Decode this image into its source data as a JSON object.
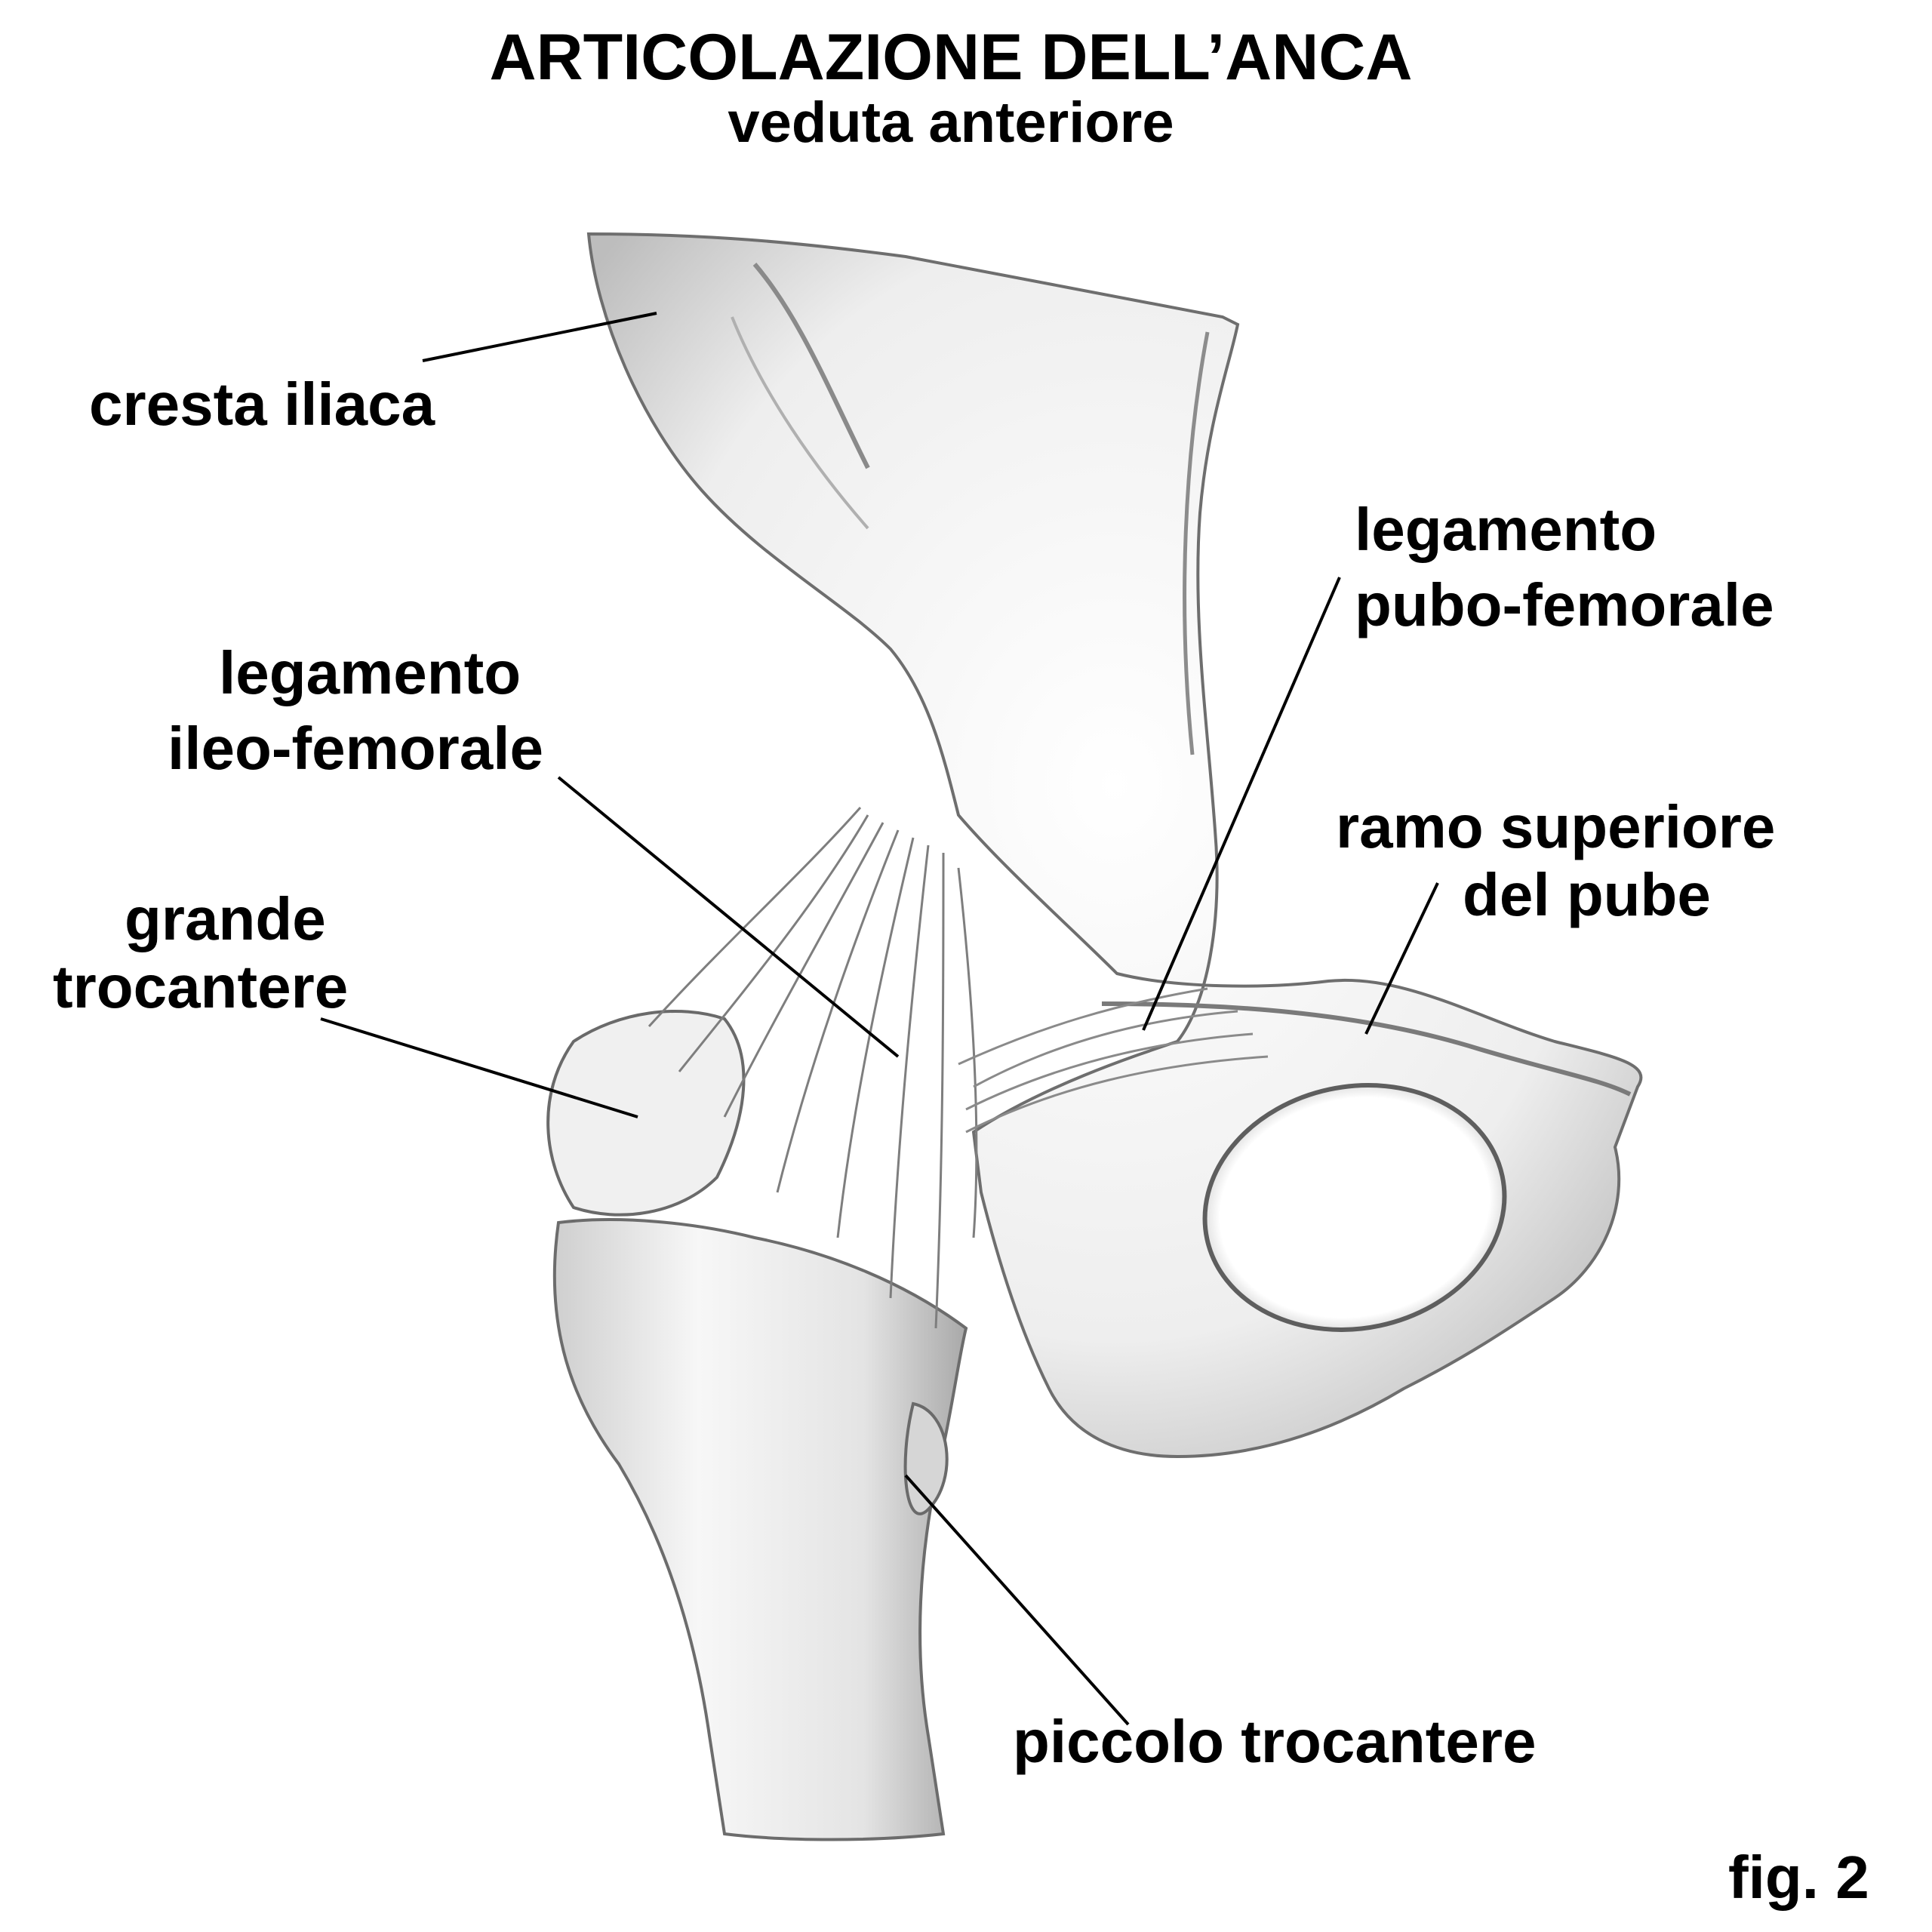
{
  "title": "ARTICOLAZIONE DELL’ANCA",
  "subtitle": "veduta anteriore",
  "labels": {
    "cresta_iliaca": "cresta iliaca",
    "legamento_pubo_femorale": [
      "legamento",
      "pubo-femorale"
    ],
    "legamento_ileo_femorale": [
      "legamento",
      "ileo-femorale"
    ],
    "ramo_superiore_del_pube": [
      "ramo superiore",
      "del pube"
    ],
    "grande_trocantere": [
      "grande",
      "trocantere"
    ],
    "piccolo_trocantere": "piccolo trocantere"
  },
  "figure_number": "fig. 2",
  "colors": {
    "ink": "#000000",
    "paper": "#ffffff",
    "pencil_dark": "#5a5a5a",
    "pencil_mid": "#9a9a9a",
    "pencil_light": "#d4d4d4"
  }
}
